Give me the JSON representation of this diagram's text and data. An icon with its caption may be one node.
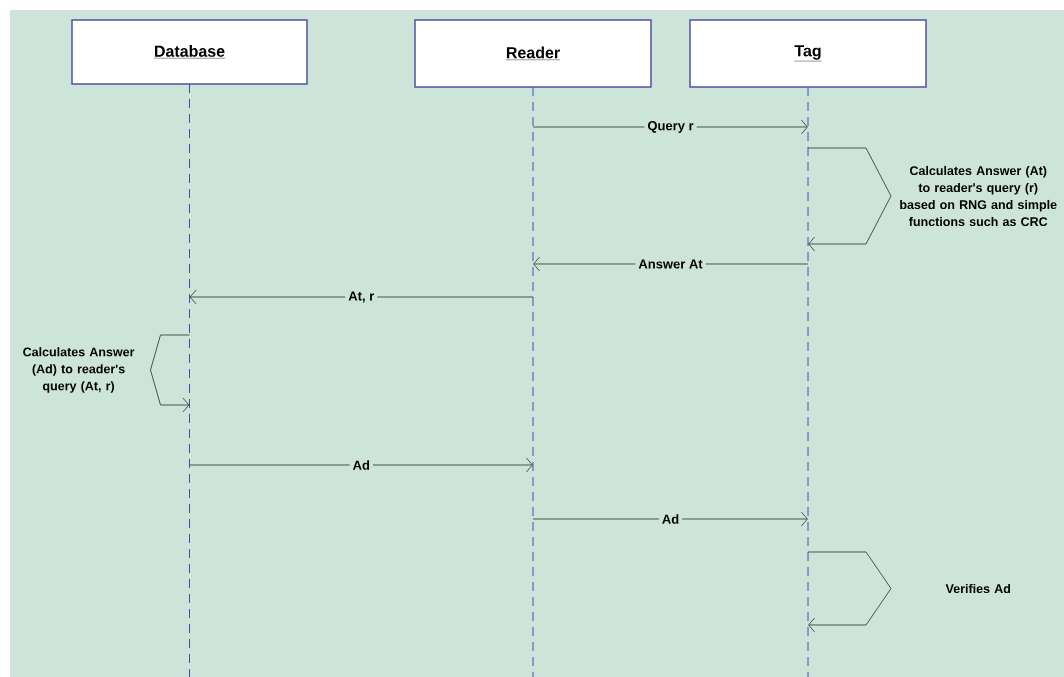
{
  "diagram": {
    "nodes": [
      {
        "text": [
          "Database"
        ]
      },
      {
        "text": [
          "Reader"
        ]
      },
      {
        "text": [
          "Tag"
        ]
      }
    ],
    "edges": [
      {
        "from": 1,
        "to": 2,
        "arrow": "to",
        "label": "Query r"
      },
      {
        "from": 2,
        "to": 2,
        "arrow": "to",
        "label": "Calculates Answer (At) to reader's query (r) based on RNG and simple functions such as CRC"
      },
      {
        "from": 2,
        "to": 1,
        "arrow": "to",
        "label": "Answer At"
      },
      {
        "from": 1,
        "to": 0,
        "arrow": "to",
        "label": "At, r"
      },
      {
        "from": 0,
        "to": 0,
        "arrow": "to",
        "label": "Calculates Answer (Ad) to reader's query (At, r)"
      },
      {
        "from": 0,
        "to": 1,
        "arrow": "to",
        "label": "Ad"
      },
      {
        "from": 1,
        "to": 2,
        "arrow": "to",
        "label": "Ad"
      },
      {
        "from": 2,
        "to": 2,
        "arrow": "to",
        "label": "Verifies Ad"
      }
    ]
  }
}
